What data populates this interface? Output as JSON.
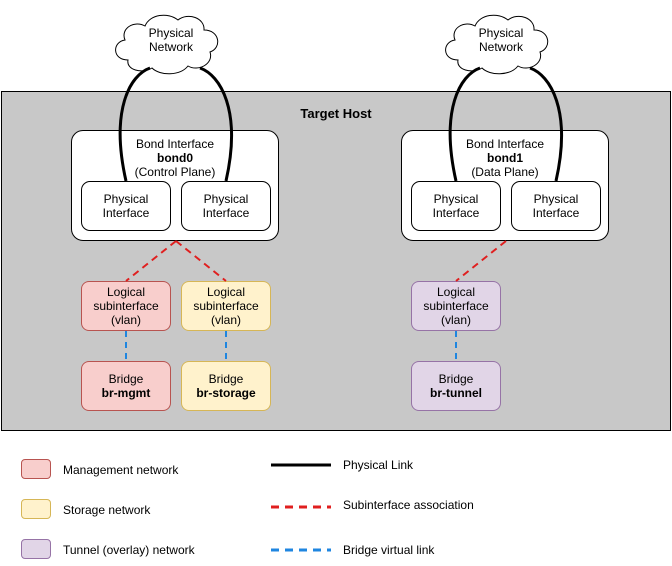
{
  "colors": {
    "host_bg": "#c8c8c8",
    "mgmt_fill": "#f8cecc",
    "mgmt_stroke": "#b85450",
    "storage_fill": "#fff2cc",
    "storage_stroke": "#d6b656",
    "tunnel_fill": "#e1d5e7",
    "tunnel_stroke": "#9673a6",
    "subinterface_link": "#e01f1f",
    "bridge_link": "#1f86e0",
    "physical_link": "#000000"
  },
  "clouds": [
    {
      "line1": "Physical",
      "line2": "Network"
    },
    {
      "line1": "Physical",
      "line2": "Network"
    }
  ],
  "host": {
    "title": "Target Host"
  },
  "bonds": [
    {
      "title": "Bond Interface",
      "name": "bond0",
      "plane": "(Control Plane)",
      "interfaces": [
        {
          "line1": "Physical",
          "line2": "Interface"
        },
        {
          "line1": "Physical",
          "line2": "Interface"
        }
      ]
    },
    {
      "title": "Bond Interface",
      "name": "bond1",
      "plane": "(Data Plane)",
      "interfaces": [
        {
          "line1": "Physical",
          "line2": "Interface"
        },
        {
          "line1": "Physical",
          "line2": "Interface"
        }
      ]
    }
  ],
  "subinterfaces": [
    {
      "line1": "Logical",
      "line2": "subinterface",
      "line3": "(vlan)"
    },
    {
      "line1": "Logical",
      "line2": "subinterface",
      "line3": "(vlan)"
    },
    {
      "line1": "Logical",
      "line2": "subinterface",
      "line3": "(vlan)"
    }
  ],
  "bridges": [
    {
      "label": "Bridge",
      "name": "br-mgmt"
    },
    {
      "label": "Bridge",
      "name": "br-storage"
    },
    {
      "label": "Bridge",
      "name": "br-tunnel"
    }
  ],
  "legend": {
    "networks": [
      "Management network",
      "Storage network",
      "Tunnel (overlay) network"
    ],
    "links": [
      "Physical Link",
      "Subinterface association",
      "Bridge virtual link"
    ]
  }
}
